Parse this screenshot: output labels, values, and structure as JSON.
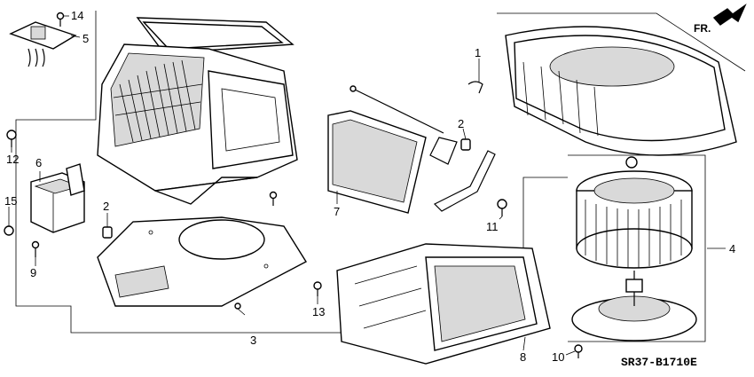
{
  "diagram": {
    "code": "SR37-B1710E",
    "direction_marker": "FR.",
    "callouts": [
      {
        "id": "c1",
        "text": "1"
      },
      {
        "id": "c2a",
        "text": "2"
      },
      {
        "id": "c2b",
        "text": "2"
      },
      {
        "id": "c3",
        "text": "3"
      },
      {
        "id": "c4",
        "text": "4"
      },
      {
        "id": "c5",
        "text": "5"
      },
      {
        "id": "c6",
        "text": "6"
      },
      {
        "id": "c7",
        "text": "7"
      },
      {
        "id": "c8",
        "text": "8"
      },
      {
        "id": "c9",
        "text": "9"
      },
      {
        "id": "c10",
        "text": "10"
      },
      {
        "id": "c11",
        "text": "11"
      },
      {
        "id": "c12",
        "text": "12"
      },
      {
        "id": "c13",
        "text": "13"
      },
      {
        "id": "c14",
        "text": "14"
      },
      {
        "id": "c15",
        "text": "15"
      }
    ]
  }
}
